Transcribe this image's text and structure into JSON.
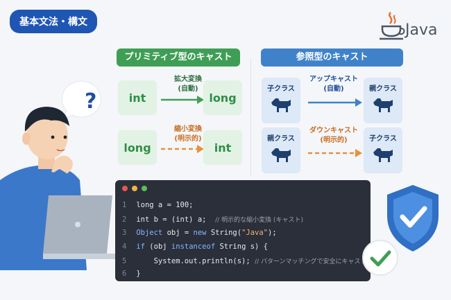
{
  "badge": "基本文法・構文",
  "java_logo": {
    "text": "Java",
    "icon": "coffee-cup-icon"
  },
  "primitive": {
    "title": "プリミティブ型のキャスト",
    "widening": {
      "from": "int",
      "to": "long",
      "label1": "拡大変換",
      "label2": "(自動)"
    },
    "narrowing": {
      "from": "long",
      "to": "int",
      "label1": "縮小変換",
      "label2": "(明示的)"
    }
  },
  "reference": {
    "title": "参照型のキャスト",
    "upcast": {
      "from": "子クラス",
      "to": "親クラス",
      "label1": "アップキャスト",
      "label2": "(自動)"
    },
    "downcast": {
      "from": "親クラス",
      "to": "子クラス",
      "label1": "ダウンキャスト",
      "label2": "(明示的)"
    }
  },
  "code": {
    "lines": [
      {
        "n": "1",
        "code": "long a = 100;"
      },
      {
        "n": "2",
        "code": "int b = (int) a;",
        "comment": "// 明示的な縮小変換 (キャスト)"
      },
      {
        "n": "3",
        "kw1": "Object",
        "code": " obj = ",
        "kw2": "new",
        "code2": " String(",
        "str": "\"Java\"",
        "code3": ");"
      },
      {
        "n": "4",
        "kw1": "if",
        "code": " (obj ",
        "kw2": "instanceof",
        "code2": " String s) {"
      },
      {
        "n": "5",
        "code": "    System.out.println(s);",
        "comment": "// パターンマッチングで安全にキャスト"
      },
      {
        "n": "6",
        "code": "}"
      }
    ]
  },
  "colors": {
    "green": "#3f9e55",
    "blue": "#3f82c9",
    "orange": "#e8903a",
    "badge": "#1f56b3"
  },
  "decor": {
    "question": "?",
    "icons": [
      "question-bubble-icon",
      "person-illustration",
      "laptop-icon",
      "shield-check-icon",
      "check-circle-icon",
      "dog-icon"
    ]
  }
}
